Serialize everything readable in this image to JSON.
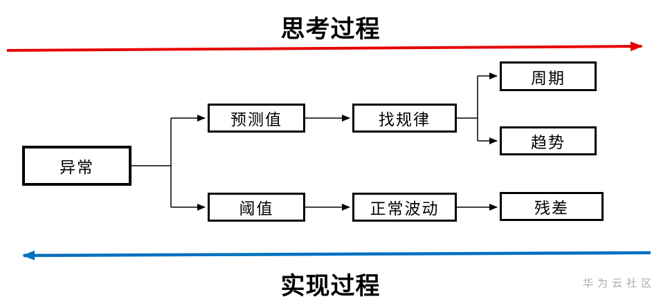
{
  "diagram": {
    "top_title": "思考过程",
    "bottom_title": "实现过程",
    "watermark": "华为云社区",
    "colors": {
      "top_arrow": "#e60000",
      "bottom_arrow": "#0070c0",
      "box_border": "#000000",
      "connector": "#000000",
      "watermark": "#a9a9a9"
    },
    "nodes": {
      "anomaly": {
        "label": "异常"
      },
      "predicted_value": {
        "label": "预测值"
      },
      "find_pattern": {
        "label": "找规律"
      },
      "period": {
        "label": "周期"
      },
      "trend": {
        "label": "趋势"
      },
      "threshold": {
        "label": "阈值"
      },
      "normal_fluctuation": {
        "label": "正常波动"
      },
      "residual": {
        "label": "残差"
      }
    },
    "edges": [
      {
        "from": "异常",
        "to": "预测值"
      },
      {
        "from": "异常",
        "to": "阈值"
      },
      {
        "from": "预测值",
        "to": "找规律"
      },
      {
        "from": "找规律",
        "to": "周期"
      },
      {
        "from": "找规律",
        "to": "趋势"
      },
      {
        "from": "阈值",
        "to": "正常波动"
      },
      {
        "from": "正常波动",
        "to": "残差"
      }
    ]
  }
}
